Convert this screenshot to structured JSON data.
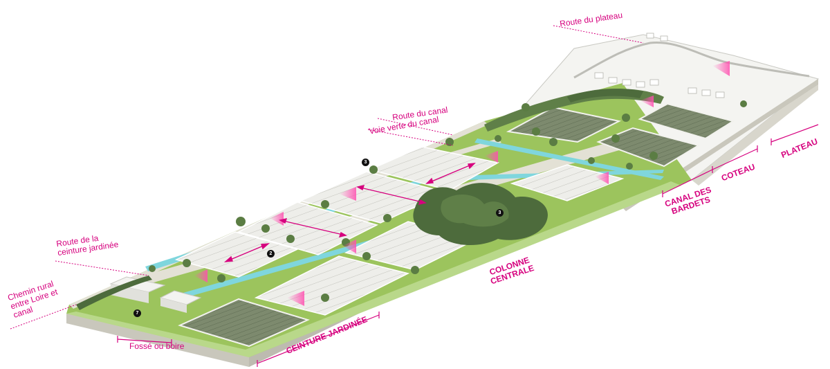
{
  "labels": {
    "route_du_plateau": "Route du plateau",
    "route_du_canal": "Route du canal",
    "voie_verte": "Voie verte du canal",
    "route_ceinture": "Route de la\nceinture jardinée",
    "chemin_rural": "Chemin rural\nentre Loire et\ncanal",
    "fosse": "Fossé ou boire",
    "ceinture_jardinee": "CEINTURE JARDINÉE",
    "colonne_centrale": "COLONNE\nCENTRALE",
    "canal_des_bardets": "CANAL DES\nBARDETS",
    "coteau": "COTEAU",
    "plateau": "PLATEAU"
  },
  "markers": {
    "m3_top": "3",
    "m3_center": "3",
    "m2": "2",
    "m7": "7"
  },
  "colors": {
    "accent": "#d6007e",
    "grass": "#8fbf4f",
    "canal": "#7fd6dd",
    "ground_side": "#c9c7bc"
  }
}
